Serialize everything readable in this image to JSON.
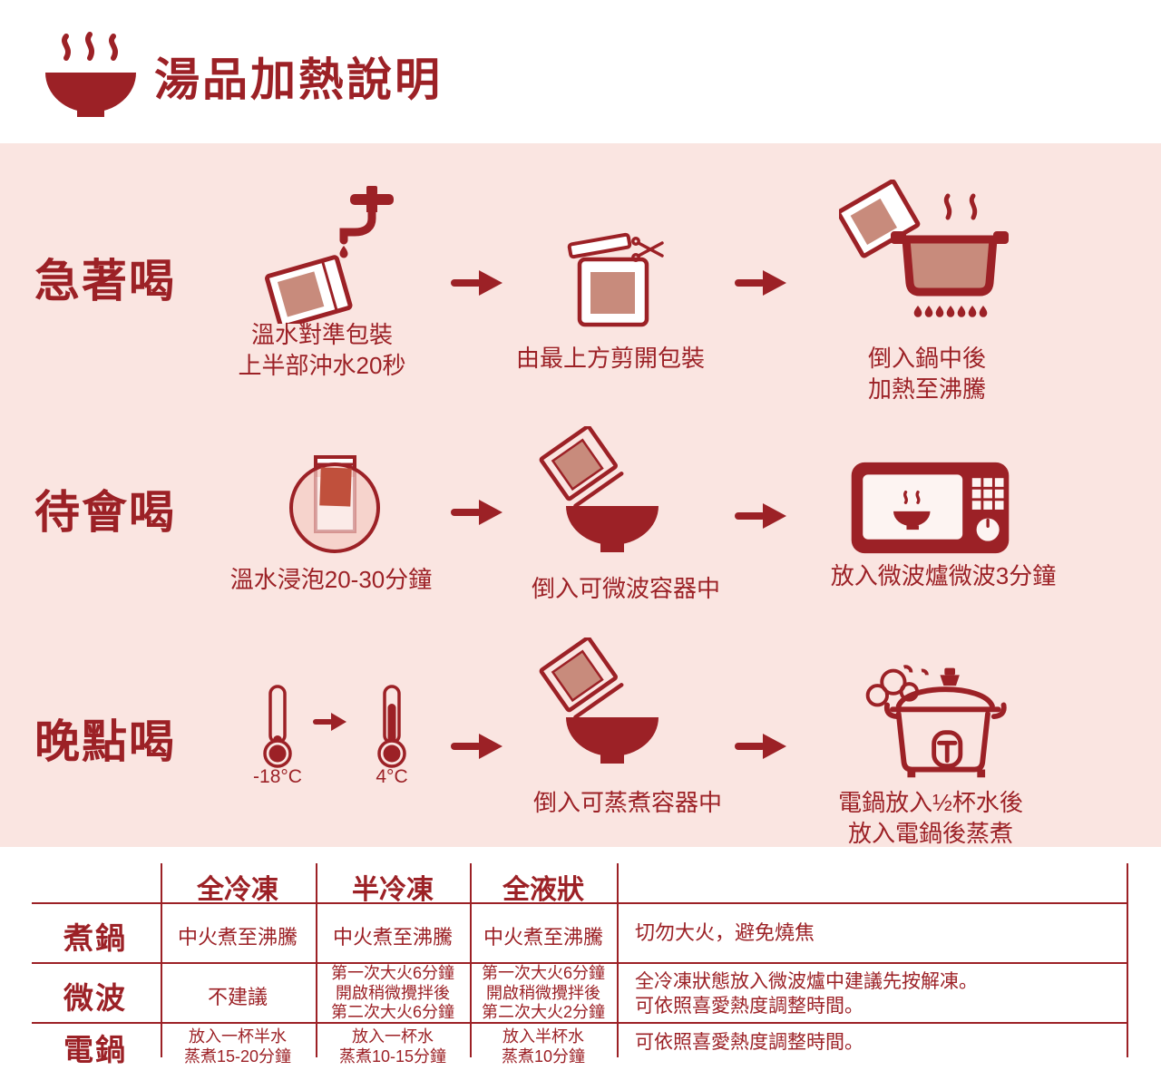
{
  "colors": {
    "maroon": "#9c2126",
    "panel_pink": "#fae5e1",
    "salmon": "#c88b7c",
    "soak_red": "#c0503c",
    "soak_circle": "#f6d3cc",
    "white": "#ffffff"
  },
  "header": {
    "title": "湯品加熱說明"
  },
  "flows": [
    {
      "label": "急著喝",
      "steps": [
        {
          "icon": "faucet-rinse",
          "caption": "溫水對準包裝\n上半部沖水20秒"
        },
        {
          "icon": "cut-package",
          "caption": "由最上方剪開包裝"
        },
        {
          "icon": "pot-boil",
          "caption": "倒入鍋中後\n加熱至沸騰"
        }
      ]
    },
    {
      "label": "待會喝",
      "steps": [
        {
          "icon": "soak-package",
          "caption": "溫水浸泡20-30分鐘"
        },
        {
          "icon": "pour-into-bowl",
          "caption": "倒入可微波容器中"
        },
        {
          "icon": "microwave",
          "caption": "放入微波爐微波3分鐘"
        }
      ]
    },
    {
      "label": "晚點喝",
      "steps": [
        {
          "icon": "thermometers",
          "caption": ""
        },
        {
          "icon": "pour-into-bowl",
          "caption": "倒入可蒸煮容器中"
        },
        {
          "icon": "rice-cooker",
          "caption": "電鍋放入½杯水後\n放入電鍋後蒸煮"
        }
      ]
    }
  ],
  "thermo": {
    "cold": "-18°C",
    "warm": "4°C"
  },
  "table": {
    "headers": [
      "全冷凍",
      "半冷凍",
      "全液狀"
    ],
    "rows": [
      {
        "label": "煮鍋",
        "cells": [
          "中火煮至沸騰",
          "中火煮至沸騰",
          "中火煮至沸騰"
        ],
        "note": "切勿大火，避免燒焦"
      },
      {
        "label": "微波",
        "cells": [
          "不建議",
          "第一次大火6分鐘\n開啟稍微攪拌後\n第二次大火6分鐘",
          "第一次大火6分鐘\n開啟稍微攪拌後\n第二次大火2分鐘"
        ],
        "note": "全冷凍狀態放入微波爐中建議先按解凍。\n可依照喜愛熱度調整時間。"
      },
      {
        "label": "電鍋",
        "cells": [
          "放入一杯半水\n蒸煮15-20分鐘",
          "放入一杯水\n蒸煮10-15分鐘",
          "放入半杯水\n蒸煮10分鐘"
        ],
        "note": "可依照喜愛熱度調整時間。"
      }
    ]
  }
}
